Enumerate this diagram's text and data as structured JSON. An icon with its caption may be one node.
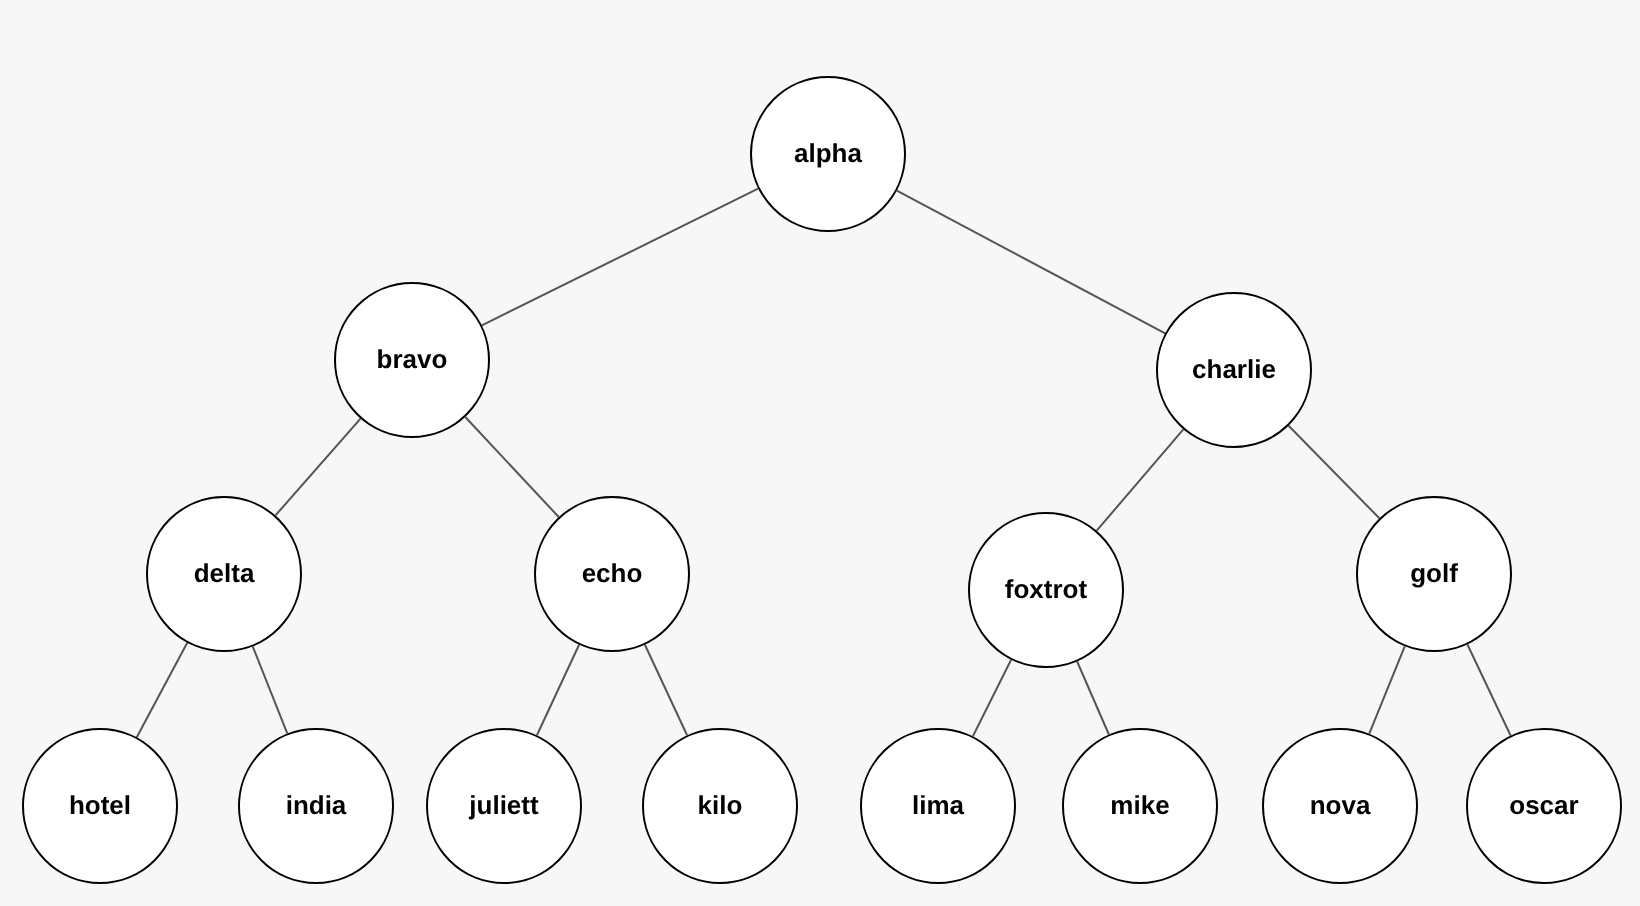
{
  "diagram": {
    "nodes": [
      {
        "text": [
          "alpha"
        ]
      },
      {
        "text": [
          "bravo"
        ]
      },
      {
        "text": [
          "charlie"
        ]
      },
      {
        "text": [
          "delta"
        ]
      },
      {
        "text": [
          "echo"
        ]
      },
      {
        "text": [
          "foxtrot"
        ]
      },
      {
        "text": [
          "golf"
        ]
      },
      {
        "text": [
          "hotel"
        ]
      },
      {
        "text": [
          "india"
        ]
      },
      {
        "text": [
          "juliett"
        ]
      },
      {
        "text": [
          "kilo"
        ]
      },
      {
        "text": [
          "lima"
        ]
      },
      {
        "text": [
          "mike"
        ]
      },
      {
        "text": [
          "nova"
        ]
      },
      {
        "text": [
          "oscar"
        ]
      }
    ],
    "edges": [
      {
        "from": 0,
        "to": 1,
        "arrow": "none"
      },
      {
        "from": 0,
        "to": 2,
        "arrow": "none"
      },
      {
        "from": 1,
        "to": 3,
        "arrow": "none"
      },
      {
        "from": 1,
        "to": 4,
        "arrow": "none"
      },
      {
        "from": 2,
        "to": 5,
        "arrow": "none"
      },
      {
        "from": 2,
        "to": 6,
        "arrow": "none"
      },
      {
        "from": 3,
        "to": 7,
        "arrow": "none"
      },
      {
        "from": 3,
        "to": 8,
        "arrow": "none"
      },
      {
        "from": 4,
        "to": 9,
        "arrow": "none"
      },
      {
        "from": 4,
        "to": 10,
        "arrow": "none"
      },
      {
        "from": 5,
        "to": 11,
        "arrow": "none"
      },
      {
        "from": 5,
        "to": 12,
        "arrow": "none"
      },
      {
        "from": 6,
        "to": 13,
        "arrow": "none"
      },
      {
        "from": 6,
        "to": 14,
        "arrow": "none"
      }
    ]
  }
}
